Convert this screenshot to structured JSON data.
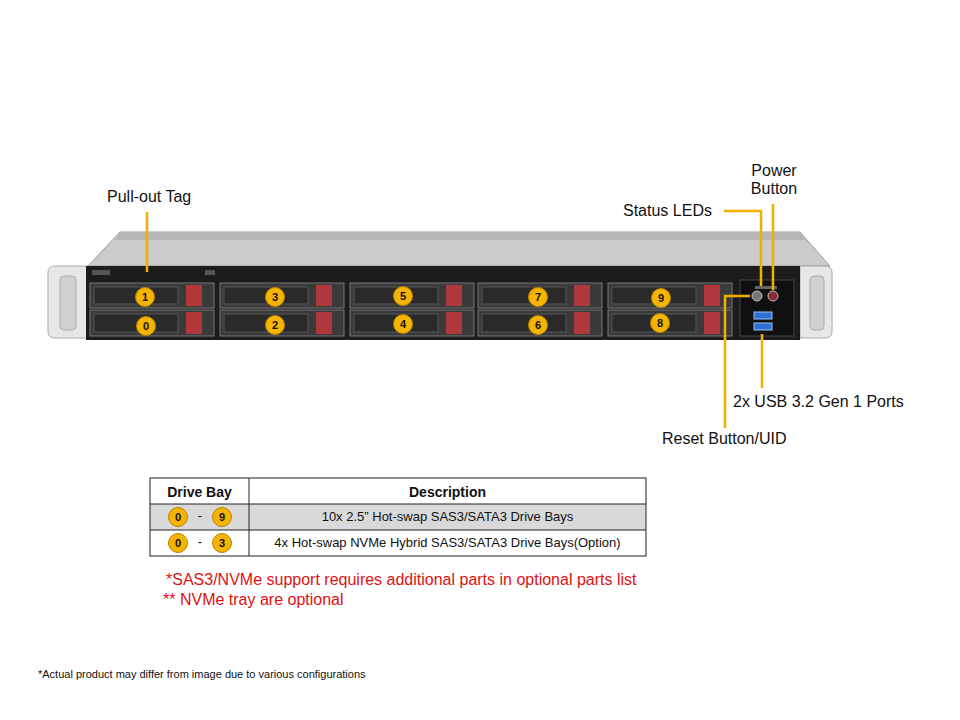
{
  "diagram": {
    "labels": [
      "Pull-out Tag",
      "Status LEDs",
      "Power Button",
      "1",
      "3",
      "5",
      "7",
      "9",
      "0",
      "2",
      "4",
      "6",
      "8",
      "2x USB 3.2 Gen 1 Ports",
      "Reset Button/UID",
      "Drive Bay",
      "Description",
      "0",
      "-",
      "9",
      "10x 2.5” Hot-swap SAS3/SATA3 Drive Bays",
      "0",
      "-",
      "3",
      "4x Hot-swap NVMe Hybrid SAS3/SATA3 Drive Bays(Option)",
      "*SAS3/NVMe support requires additional parts in optional parts list",
      "** NVMe tray are optional",
      "*Actual product may differ from image due to various configurations"
    ]
  }
}
